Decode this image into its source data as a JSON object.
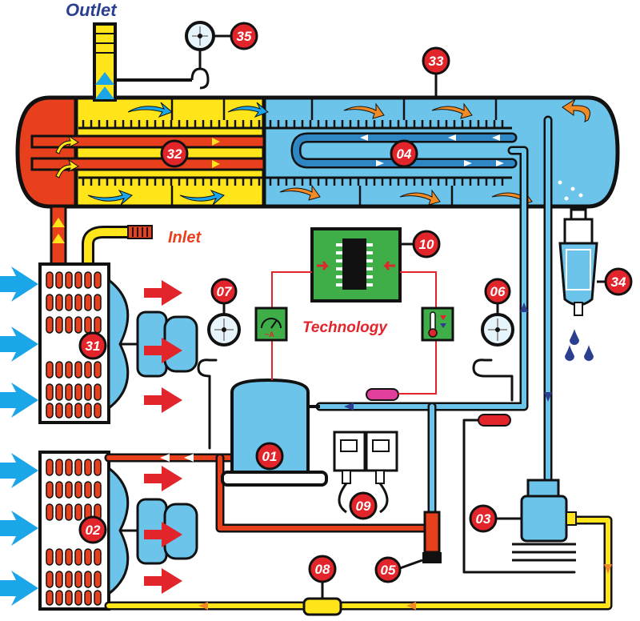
{
  "labels": {
    "outlet": "Outlet",
    "inlet": "Inlet",
    "technology": "Technology"
  },
  "components": [
    {
      "id": "01"
    },
    {
      "id": "02"
    },
    {
      "id": "03"
    },
    {
      "id": "04"
    },
    {
      "id": "05"
    },
    {
      "id": "06"
    },
    {
      "id": "07"
    },
    {
      "id": "08"
    },
    {
      "id": "09"
    },
    {
      "id": "10"
    },
    {
      "id": "31"
    },
    {
      "id": "32"
    },
    {
      "id": "33"
    },
    {
      "id": "34"
    },
    {
      "id": "35"
    }
  ],
  "colors": {
    "hot": "#e8401c",
    "cold": "#6cc4ea",
    "liquid": "#ffe51a",
    "pipe_blue": "#2f86c4",
    "pcb": "#3fae49",
    "badge": "#e2242b",
    "air": "#1aa6e8",
    "outlet_text": "#2a3f8f",
    "inlet_text": "#e8401c"
  }
}
